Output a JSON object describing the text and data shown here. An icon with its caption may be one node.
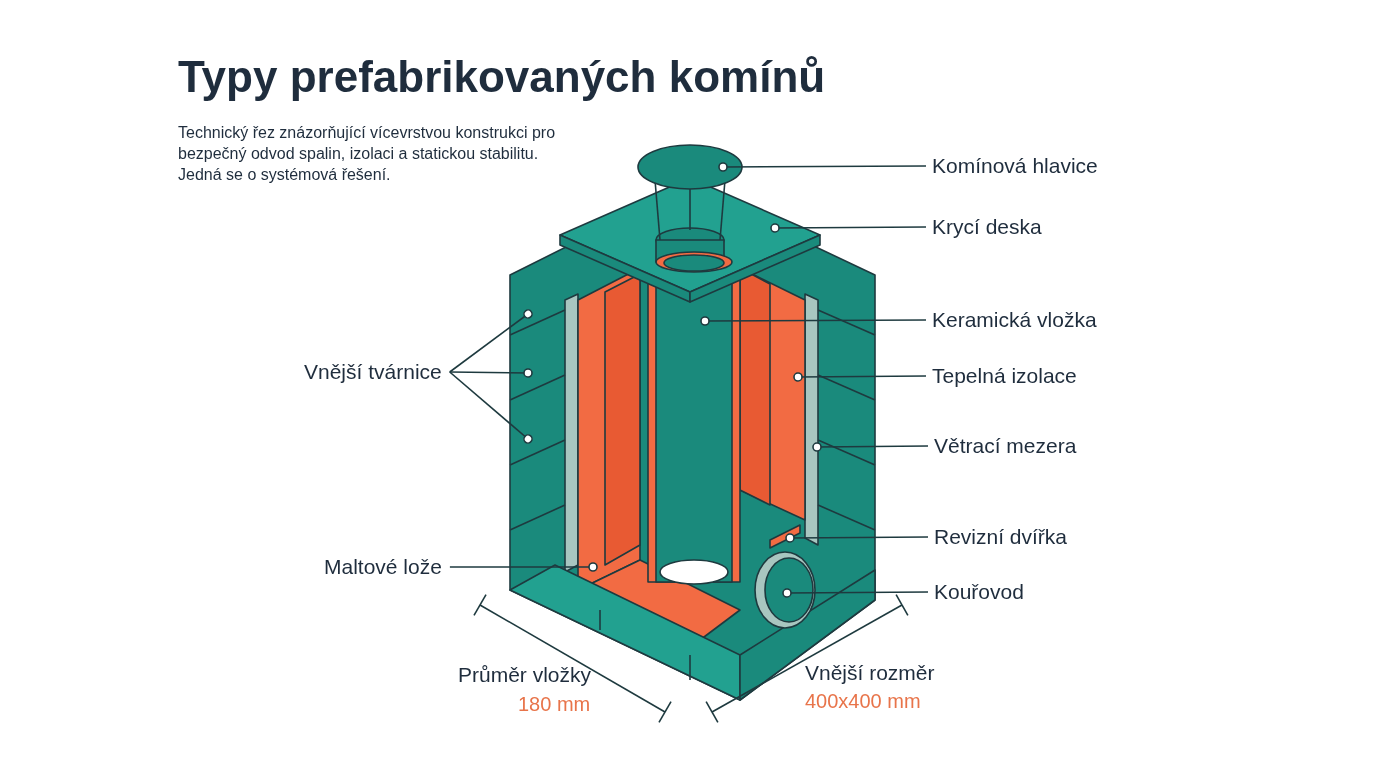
{
  "diagram": {
    "title": "Typy prefabrikovaných komínů",
    "caption": "Technický řez znázorňující vícevrstvou konstrukci pro bezpečný odvod spalin, izolaci a statickou stabilitu. Jedná se o systémová řešení.",
    "nodes": [
      {
        "text": [
          "Komínová hlavice"
        ]
      },
      {
        "text": [
          "Krycí deska"
        ]
      },
      {
        "text": [
          "Keramická vložka"
        ]
      },
      {
        "text": [
          "Tepelná izolace"
        ]
      },
      {
        "text": [
          "Větrací mezera"
        ]
      },
      {
        "text": [
          "Revizní dvířka"
        ]
      },
      {
        "text": [
          "Kouřovod"
        ]
      },
      {
        "text": [
          "Vnější tvárnice"
        ]
      },
      {
        "text": [
          "Maltové lože"
        ]
      }
    ],
    "edges": [
      {
        "from": 0,
        "to": null,
        "arrow": "other"
      },
      {
        "from": 1,
        "to": null,
        "arrow": "other"
      },
      {
        "from": 2,
        "to": null,
        "arrow": "other"
      },
      {
        "from": 3,
        "to": null,
        "arrow": "other"
      },
      {
        "from": 4,
        "to": null,
        "arrow": "other"
      },
      {
        "from": 5,
        "to": null,
        "arrow": "other"
      },
      {
        "from": 6,
        "to": null,
        "arrow": "other"
      },
      {
        "from": 7,
        "to": null,
        "arrow": "other"
      },
      {
        "from": 7,
        "to": null,
        "arrow": "other"
      },
      {
        "from": 7,
        "to": null,
        "arrow": "other"
      },
      {
        "from": 8,
        "to": null,
        "arrow": "other"
      }
    ],
    "labels": [
      "Průměr vložky",
      "180 mm",
      "Vnější rozměr",
      "400x400 mm"
    ]
  }
}
